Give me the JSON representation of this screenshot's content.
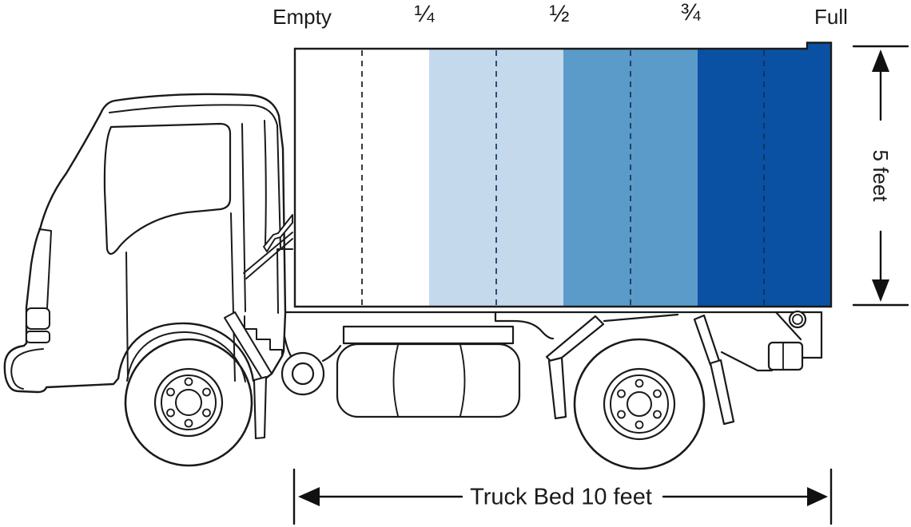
{
  "diagram": {
    "description_name": "truck-bed-fill-level-diagram",
    "scale_labels": {
      "empty": "Empty",
      "quarter": "¼",
      "half": "½",
      "three_quarter": "¾",
      "full": "Full"
    },
    "bed": {
      "outline_color": "#1b1b1b",
      "segments": [
        {
          "name": "empty-to-quarter",
          "fill": "#ffffff",
          "dash_color": "#3a3a3a"
        },
        {
          "name": "quarter-to-half",
          "fill": "#c5d9ed",
          "dash_color": "#2b4e73"
        },
        {
          "name": "half-to-three-quarter",
          "fill": "#5b9bc9",
          "dash_color": "#1e4166"
        },
        {
          "name": "three-quarter-to-full",
          "fill": "#0b51a3",
          "dash_color": "#0d3461"
        }
      ]
    },
    "dimensions": {
      "height_label": "5 feet",
      "length_label": "Truck Bed 10 feet",
      "annotation_color": "#111111"
    },
    "artwork": {
      "line_color": "#1a1a1a"
    }
  }
}
